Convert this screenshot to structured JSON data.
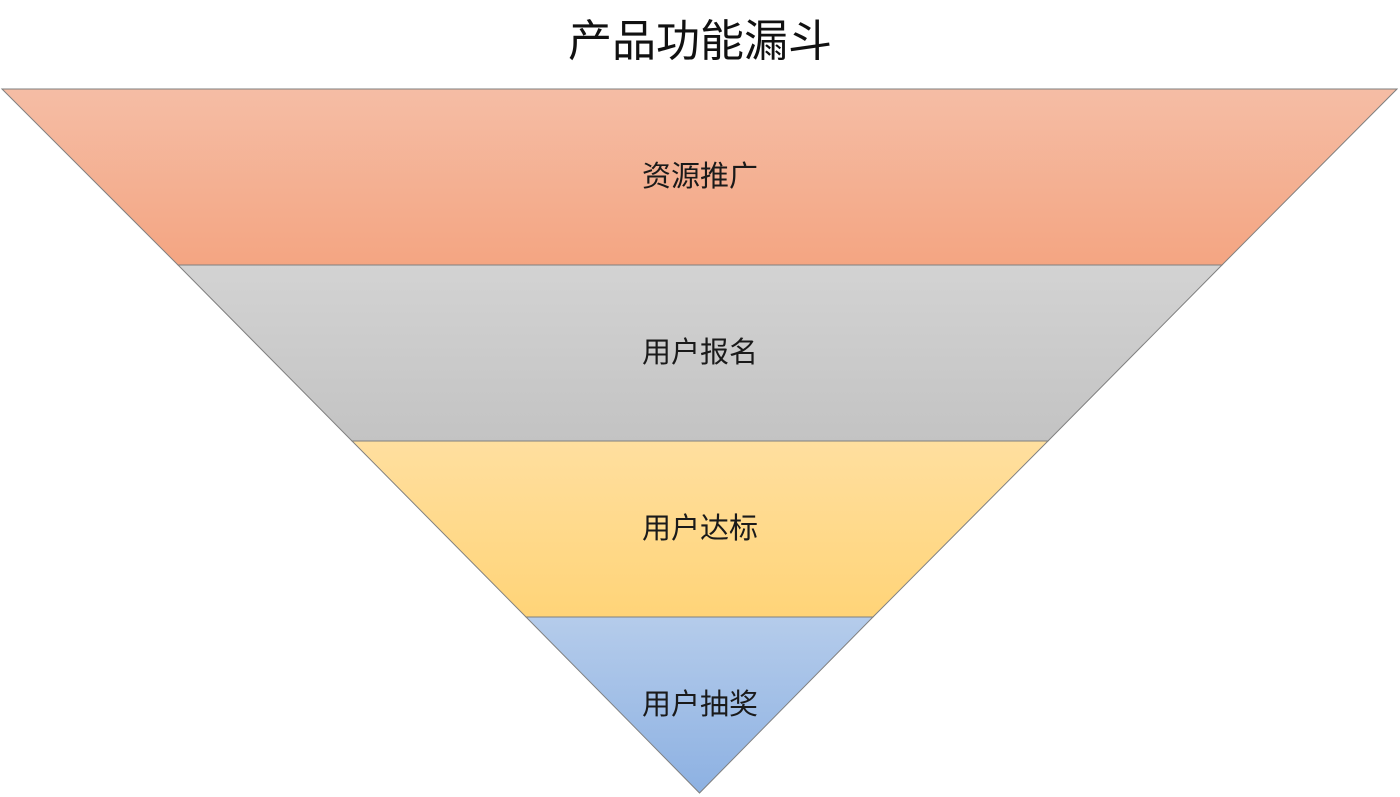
{
  "title": "产品功能漏斗",
  "funnel": {
    "stages": [
      {
        "label": "资源推广",
        "color_top": "#F5BDA5",
        "color_bottom": "#F4A582"
      },
      {
        "label": "用户报名",
        "color_top": "#D3D3D3",
        "color_bottom": "#C3C3C3"
      },
      {
        "label": "用户达标",
        "color_top": "#FFDF9F",
        "color_bottom": "#FFD478"
      },
      {
        "label": "用户抽奖",
        "color_top": "#B5CCEB",
        "color_bottom": "#8DB1E2"
      }
    ],
    "stroke_color": "#7F7F7F"
  }
}
